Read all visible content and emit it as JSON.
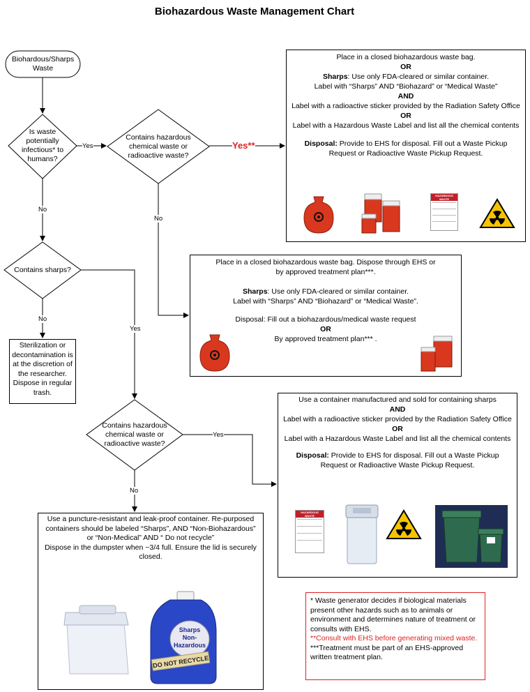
{
  "title": "Biohazardous Waste Management Chart",
  "start": "Biohardous/Sharps Waste",
  "q_infectious": "Is waste potentially infectious* to humans?",
  "q_chem1": "Contains hazardous chemical waste or radioactive waste?",
  "q_sharps": "Contains sharps?",
  "q_chem2": "Contains hazardous chemical waste or radioactive waste?",
  "labels": {
    "yes": "Yes",
    "no": "No",
    "yes_red": "Yes**"
  },
  "box_mixed": {
    "l1": "Place in a closed biohazardous waste bag.",
    "or1": "OR",
    "l2_bold": "Sharps",
    "l2": ": Use only FDA-cleared or similar container.",
    "l3": "Label with “Sharps” AND “Biohazard” or “Medical Waste”",
    "and1": "AND",
    "l4": "Label with a radioactive sticker provided by the Radiation Safety Office",
    "or2": "OR",
    "l5": "Label with a Hazardous Waste Label and list all the chemical contents",
    "disp_bold": "Disposal:",
    "disp": " Provide to EHS for disposal. Fill out a Waste Pickup Request or Radioactive Waste Pickup Request."
  },
  "box_bio": {
    "l1": "Place in a closed biohazardous waste bag. Dispose through EHS or by approved treatment plan***.",
    "l2_bold": "Sharps",
    "l2": ": Use only FDA-cleared or similar container.",
    "l3": "Label with “Sharps” AND “Biohazard” or “Medical Waste”.",
    "l4": "Disposal: Fill out a biohazardous/medical waste request",
    "or": "OR",
    "l5": "By approved treatment plan*** ."
  },
  "box_steril": "Sterilization or decontamination is at the discretion of the researcher. Dispose in regular trash.",
  "box_sharps_chem": {
    "l1": "Use a container manufactured and sold for containing sharps",
    "and": "AND",
    "l2": "Label with a radioactive sticker provided by the Radiation Safety Office",
    "or": "OR",
    "l3": "Label with a Hazardous Waste Label and list all the chemical contents",
    "disp_bold": "Disposal:",
    "disp": " Provide to EHS for disposal. Fill out a Waste Pickup Request or Radioactive Waste Pickup Request."
  },
  "box_puncture": {
    "l1": "Use a puncture-resistant and leak-proof container. Re-purposed containers should be labeled “Sharps”, AND “Non-Biohazardous” or “Non-Medical” AND “ Do not recycle”",
    "l2": "Dispose in the dumpster when ~3/4 full. Ensure the lid is securely closed."
  },
  "bottle_label": "Sharps Non-Hazardous",
  "bottle_tape": "DO NOT RECYCLE",
  "haz_label": "HAZARDOUS WASTE",
  "notes": {
    "n1": "* Waste generator decides if biological materials present other hazards such as to animals or environment and determines nature of treatment or consults with EHS.",
    "n2": "**Consult with EHS before generating mixed waste.",
    "n3": "***Treatment must be part of an EHS-approved written treatment plan."
  },
  "colors": {
    "red": "#e02020",
    "bag": "#d9381e",
    "hazard_yellow": "#f5c400"
  }
}
